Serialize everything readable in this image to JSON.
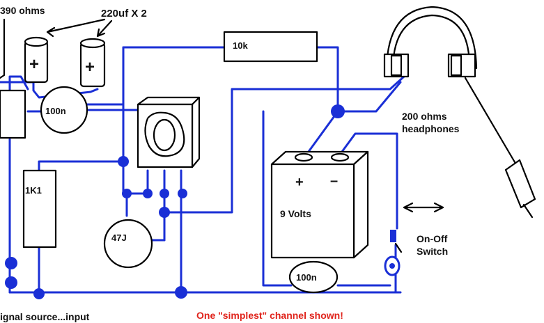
{
  "labels": {
    "resistor_390": "390 ohms",
    "cap_220uf": "220uf  X  2",
    "cap_plus": "+",
    "resistor_10k": "10k",
    "cap_100n_top": "100n",
    "resistor_1k1": "1K1",
    "cap_47j": "47J",
    "headphones_line1": "200 ohms",
    "headphones_line2": "headphones",
    "battery_plus": "+",
    "battery_minus": "–",
    "battery_label": "9 Volts",
    "switch_line1": "On-Off",
    "switch_line2": "Switch",
    "switch_arrow": "⟵  ⟶",
    "cap_100n_bottom": "100n",
    "signal_source": "ignal source...input",
    "caption": "One \"simplest\" channel shown!"
  },
  "colors": {
    "wire": "#1a2fd6",
    "ink": "#000000",
    "caption": "#e0231b"
  }
}
